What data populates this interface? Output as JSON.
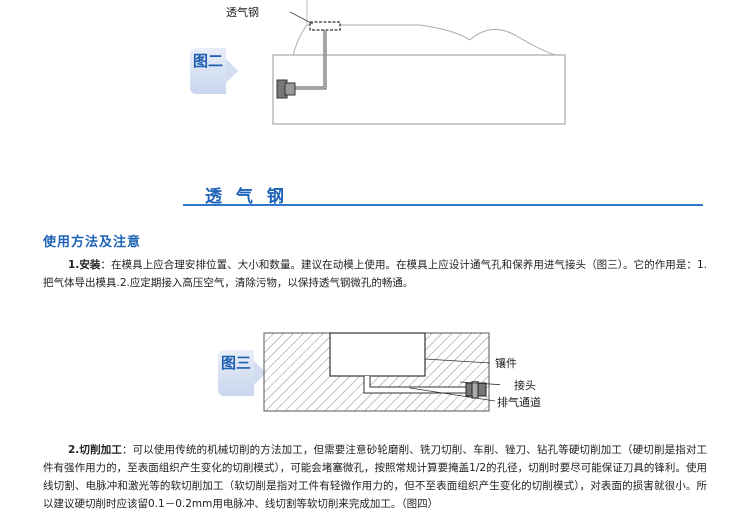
{
  "figure2": {
    "tab_label": "图二",
    "callout": "透气钢"
  },
  "section": {
    "title": "透 气 钢",
    "heading": "使用方法及注意"
  },
  "paragraph1": {
    "lead": "1.安装",
    "text": "：在模具上应合理安排位置、大小和数量。建议在动模上使用。在模具上应设计通气孔和保养用进气接头（图三）。它的作用是：1.把气体导出模具.2.应定期接入高压空气，清除污物，以保持透气钢微孔的畅通。"
  },
  "figure3": {
    "tab_label": "图三",
    "labels": {
      "insert": "镶件",
      "connector": "接头",
      "vent_channel": "排气通道"
    }
  },
  "paragraph2": {
    "lead": "2.切削加工",
    "text": "：可以使用传统的机械切削的方法加工，但需要注意砂轮磨削、铣刀切削、车削、锉刀、钻孔等硬切削加工（硬切削是指对工件有强作用力的，至表面组织产生变化的切削模式），可能会堵塞微孔，按照常规计算要掩盖1/2的孔径，切削时要尽可能保证刀具的锋利。使用线切割、电脉冲和激光等的软切削加工（软切削是指对工件有轻微作用力的，但不至表面组织产生变化的切削模式），对表面的损害就很小。所以建议硬切削时应该留0.1－0.2mm用电脉冲、线切割等软切削来完成加工。（图四）"
  },
  "colors": {
    "accent_blue": "#1e63b6",
    "tab_bg": "#d3ddf0"
  }
}
